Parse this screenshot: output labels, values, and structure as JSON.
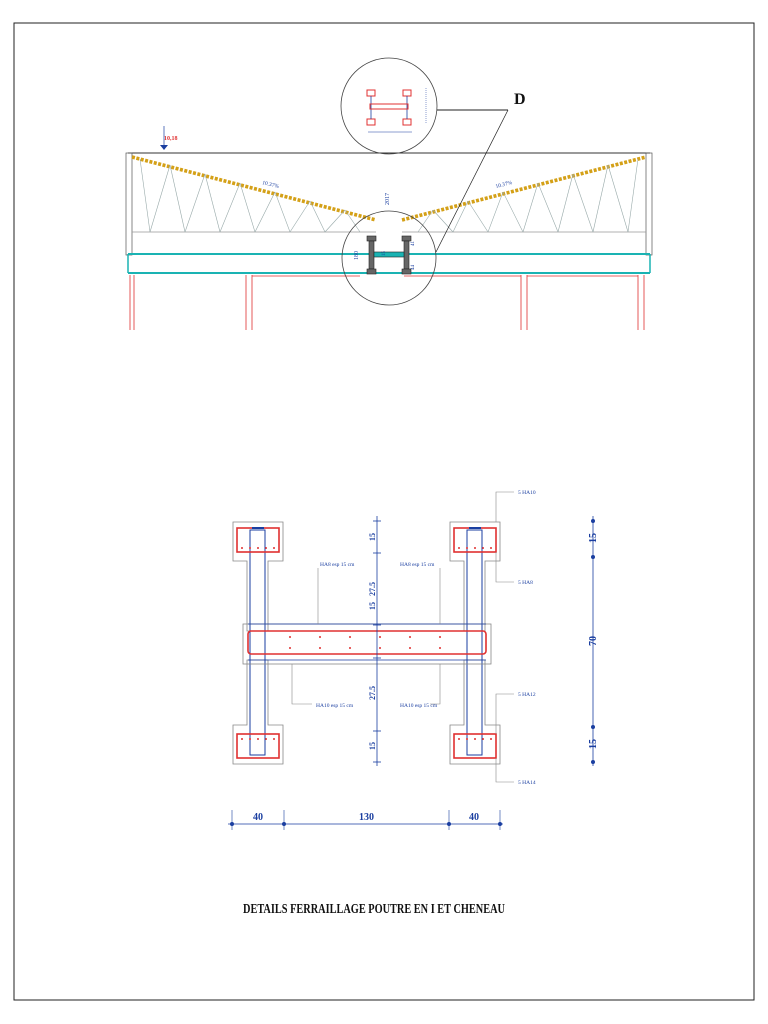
{
  "detail_marker": "D",
  "elevation": "10,18",
  "slope_left": "10.37%",
  "slope_right": "10.37%",
  "section": {
    "height_label": "180",
    "vertical_dims": [
      "41",
      "15",
      "44"
    ],
    "total_label": "2017"
  },
  "rebar": {
    "top": "5 HA10",
    "upper_side": "5 HA8",
    "lower_side": "5 HA12",
    "bottom": "5 HA14",
    "stirrup_upper_left": "HA8 esp 15 cm",
    "stirrup_upper_right": "HA8 esp 15 cm",
    "stirrup_lower_left": "HA10 esp 15 cm",
    "stirrup_lower_right": "HA10 esp 15 cm"
  },
  "dims_inner": [
    "15",
    "27.5",
    "15",
    "27.5",
    "15"
  ],
  "dims_right": [
    "15",
    "70",
    "15"
  ],
  "dims_bottom": [
    "40",
    "130",
    "40"
  ],
  "title": "DETAILS FERRAILLAGE POUTRE EN I ET CHENEAU"
}
